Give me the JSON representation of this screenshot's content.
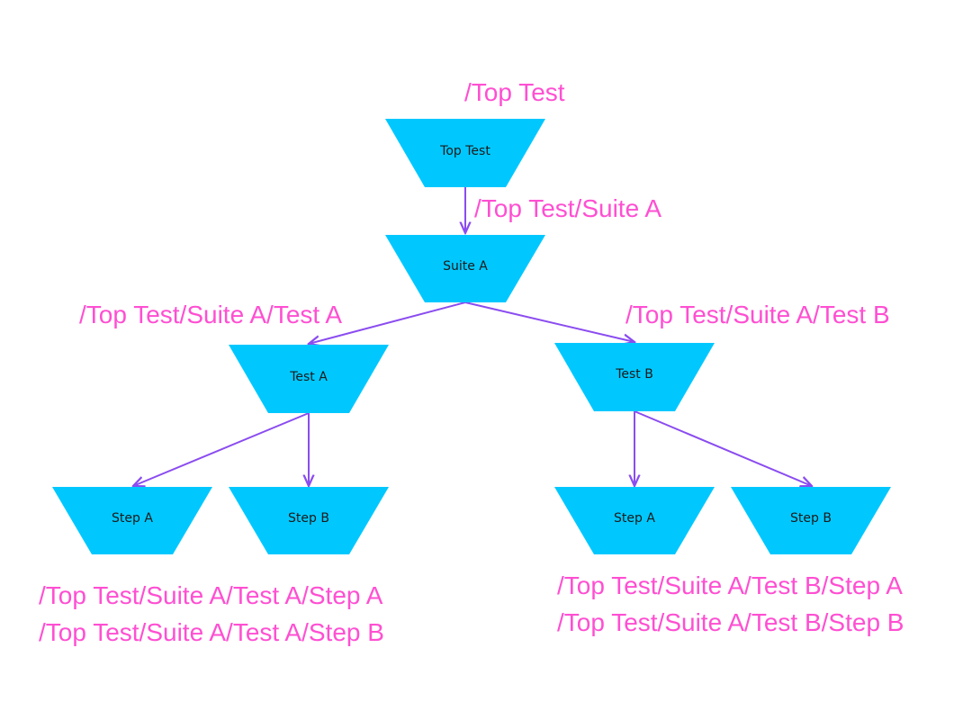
{
  "colors": {
    "node_fill": "#00c8ff",
    "edge": "#8b4cf0",
    "path_text": "#ff4fd2",
    "node_text": "#1a1a1a"
  },
  "nodes": {
    "top_test": "Top Test",
    "suite_a": "Suite A",
    "test_a": "Test A",
    "test_b": "Test B",
    "test_a_step_a": "Step A",
    "test_a_step_b": "Step B",
    "test_b_step_a": "Step A",
    "test_b_step_b": "Step B"
  },
  "paths": {
    "top_test": "/Top Test",
    "suite_a": "/Top Test/Suite A",
    "test_a": "/Top Test/Suite A/Test A",
    "test_b": "/Top Test/Suite A/Test B",
    "test_a_step_a": "/Top Test/Suite A/Test A/Step A",
    "test_a_step_b": "/Top Test/Suite A/Test A/Step B",
    "test_b_step_a": "/Top Test/Suite A/Test B/Step A",
    "test_b_step_b": "/Top Test/Suite A/Test B/Step B"
  }
}
